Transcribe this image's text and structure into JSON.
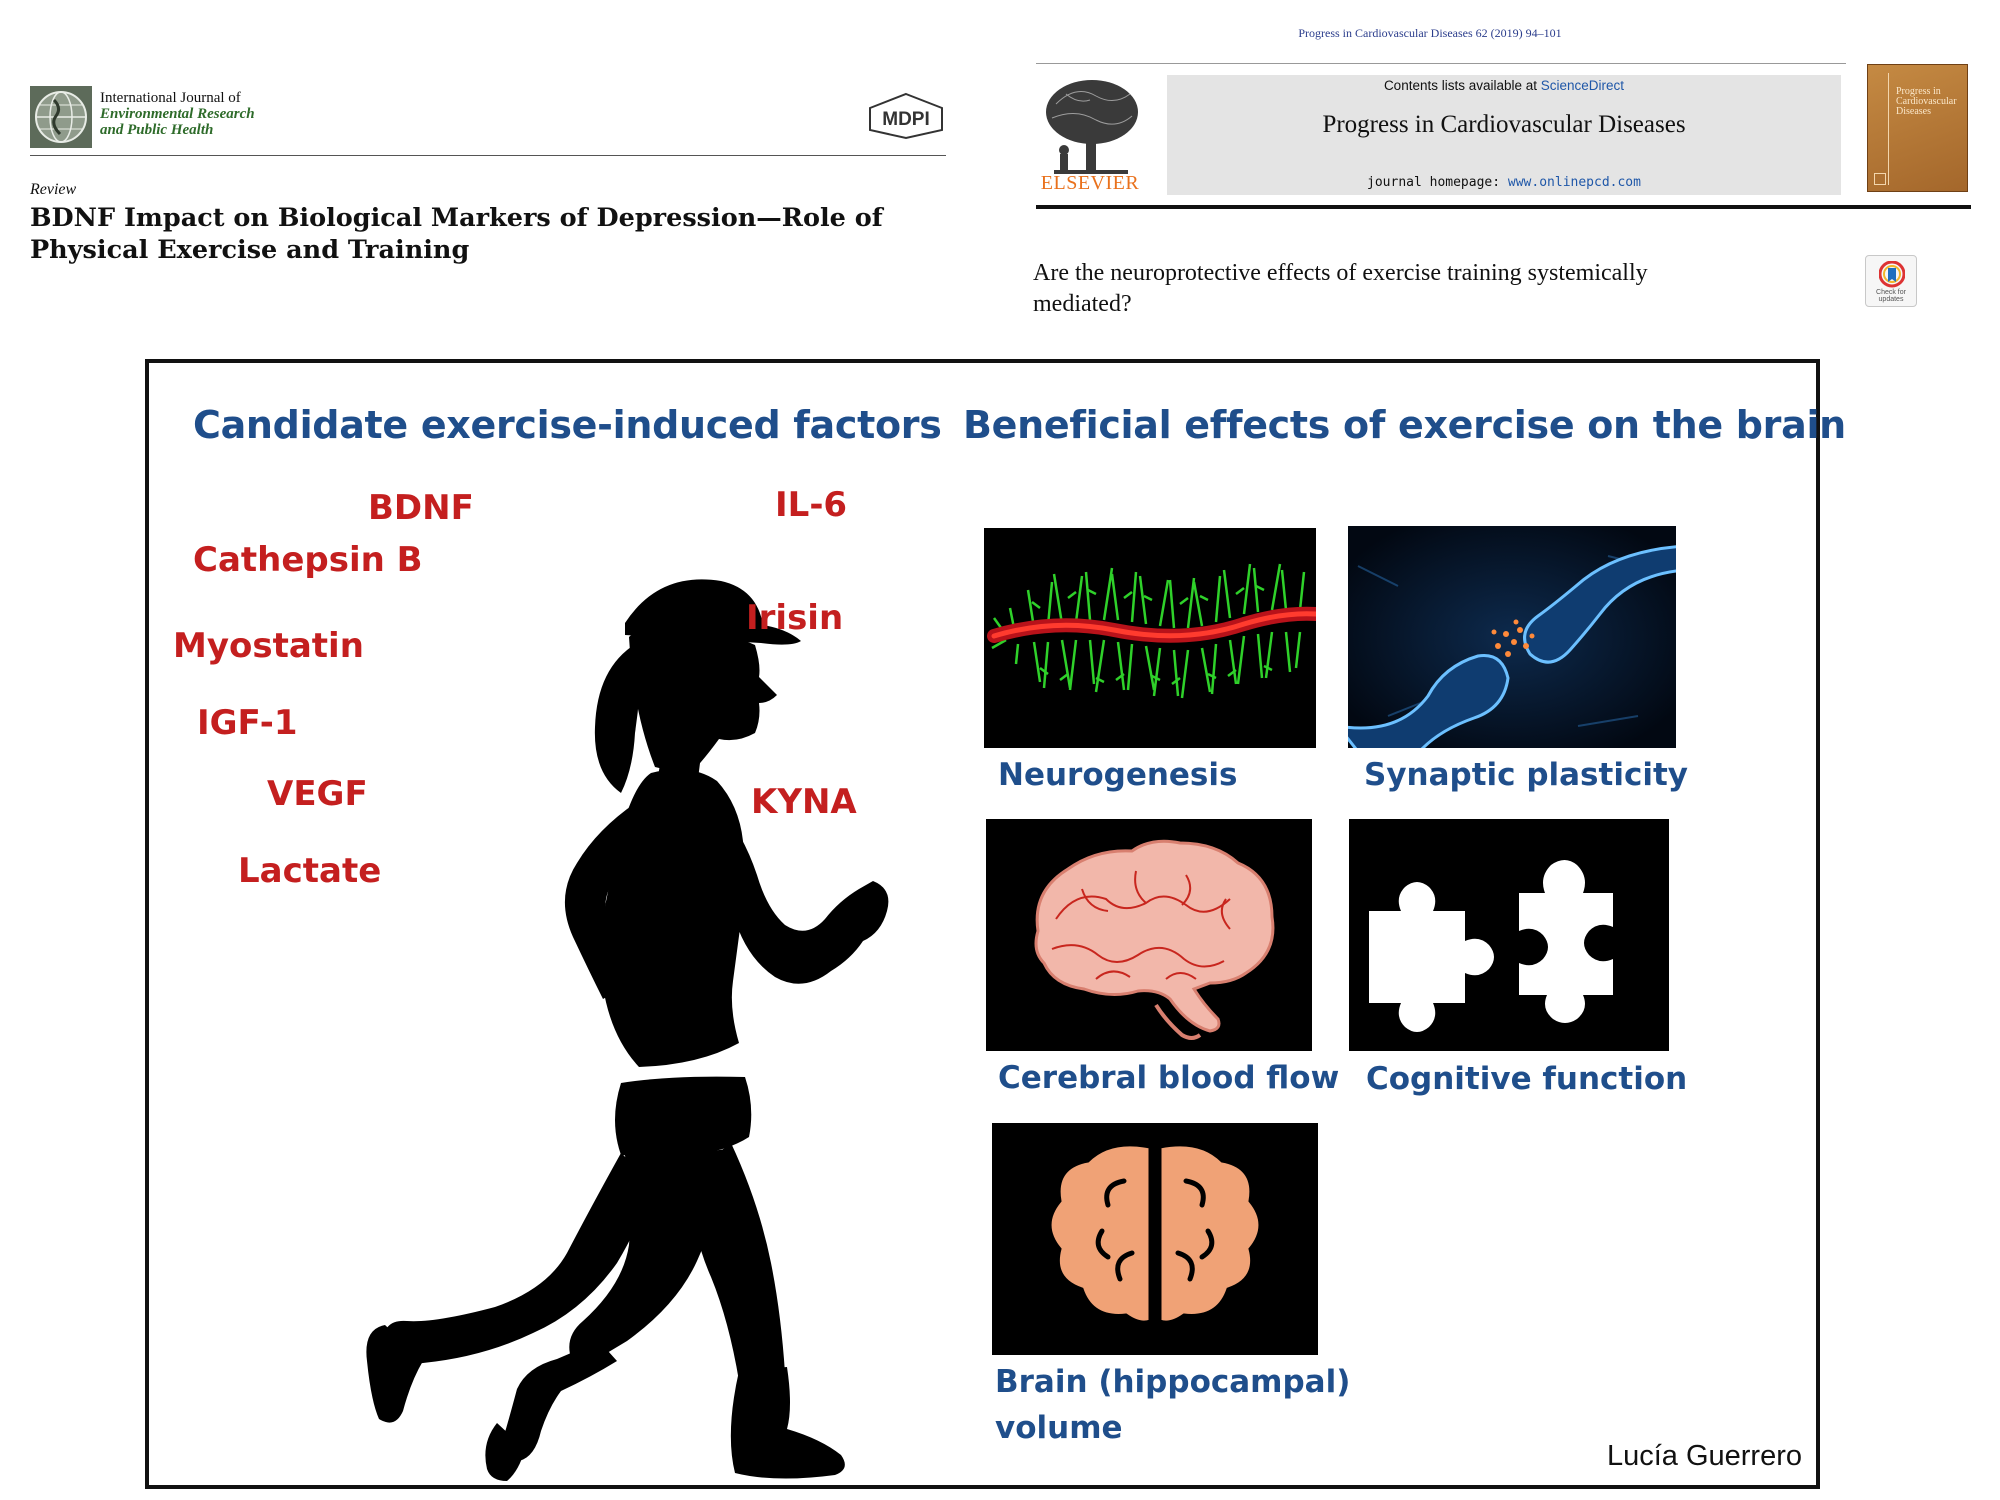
{
  "left_paper": {
    "journal_lines": [
      "International Journal of",
      "Environmental Research",
      "and Public Health"
    ],
    "publisher": "MDPI",
    "article_type": "Review",
    "title": "BDNF Impact on Biological Markers of Depression—Role of Physical Exercise and Training"
  },
  "right_paper": {
    "citation": "Progress in Cardiovascular Diseases 62 (2019) 94–101",
    "contents_prefix": "Contents lists available at ",
    "contents_link": "ScienceDirect",
    "journal_name": "Progress in Cardiovascular Diseases",
    "homepage_prefix": "journal homepage: ",
    "homepage_url": "www.onlinepcd.com",
    "publisher": "ELSEVIER",
    "cover_text_lines": [
      "Progress in",
      "Cardiovascular",
      "Diseases"
    ],
    "title": "Are the neuroprotective effects of exercise training systemically mediated?",
    "check_updates": "Check for updates"
  },
  "figure": {
    "heading_left": "Candidate exercise-induced factors",
    "heading_right": "Beneficial effects of exercise on the brain",
    "factors": [
      "BDNF",
      "IL-6",
      "Cathepsin B",
      "Irisin",
      "Myostatin",
      "IGF-1",
      "VEGF",
      "KYNA",
      "Lactate"
    ],
    "effects": [
      "Neurogenesis",
      "Synaptic plasticity",
      "Cerebral blood flow",
      "Cognitive function",
      "Brain (hippocampal)",
      "volume"
    ],
    "credit": "Lucía Guerrero",
    "colors": {
      "heading": "#1f4e8b",
      "factor": "#c41f1f",
      "panel_bg": "#000000"
    },
    "icons": [
      "runner-silhouette",
      "neuron-icon",
      "synapse-icon",
      "brain-icon",
      "puzzle-icon",
      "hippocampus-brain-icon"
    ]
  }
}
